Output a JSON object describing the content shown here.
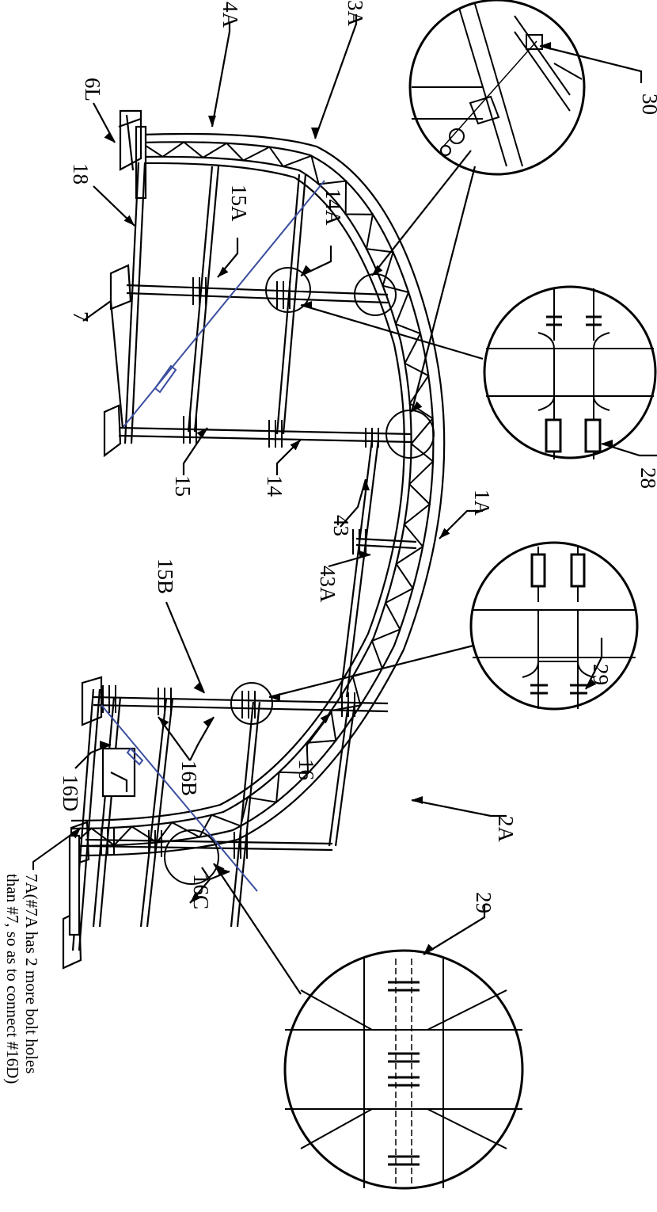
{
  "labels": {
    "l30": "30",
    "l4A": "4A",
    "l3A": "3A",
    "l6L": "6L",
    "l18": "18",
    "l14A": "14A",
    "l15A": "15A",
    "l7": "7",
    "l28": "28",
    "l15": "15",
    "l14": "14",
    "l1A": "1A",
    "l43": "43",
    "l43A": "43A",
    "l15B": "15B",
    "l29a": "29",
    "l16": "16",
    "l16B": "16B",
    "l2A": "2A",
    "l16D": "16D",
    "l16C": "16C",
    "l29b": "29"
  },
  "note": {
    "line1": "7A(#7A has 2 more bolt holes",
    "line2": "than #7, so as to connect #16D)"
  },
  "colors": {
    "line": "#000000",
    "brace": "#3b4ea0"
  }
}
